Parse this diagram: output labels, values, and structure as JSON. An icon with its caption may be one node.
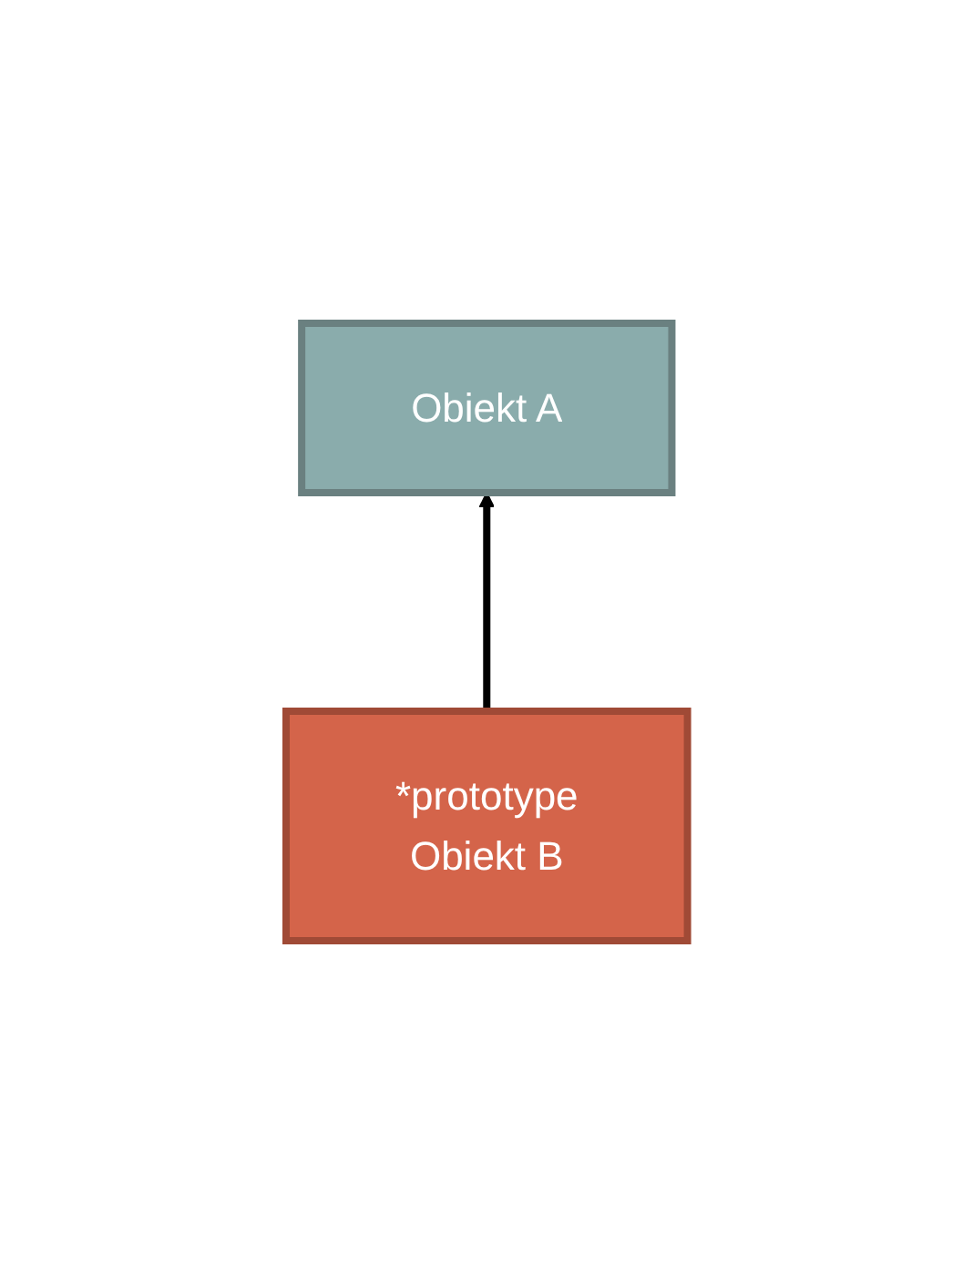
{
  "diagram": {
    "nodes": [
      {
        "text": [
          "Obiekt A"
        ]
      },
      {
        "text": [
          "*prototype",
          "Obiekt B"
        ]
      }
    ],
    "edges": [
      {
        "from": 1,
        "to": 0,
        "arrow": "to"
      }
    ]
  }
}
